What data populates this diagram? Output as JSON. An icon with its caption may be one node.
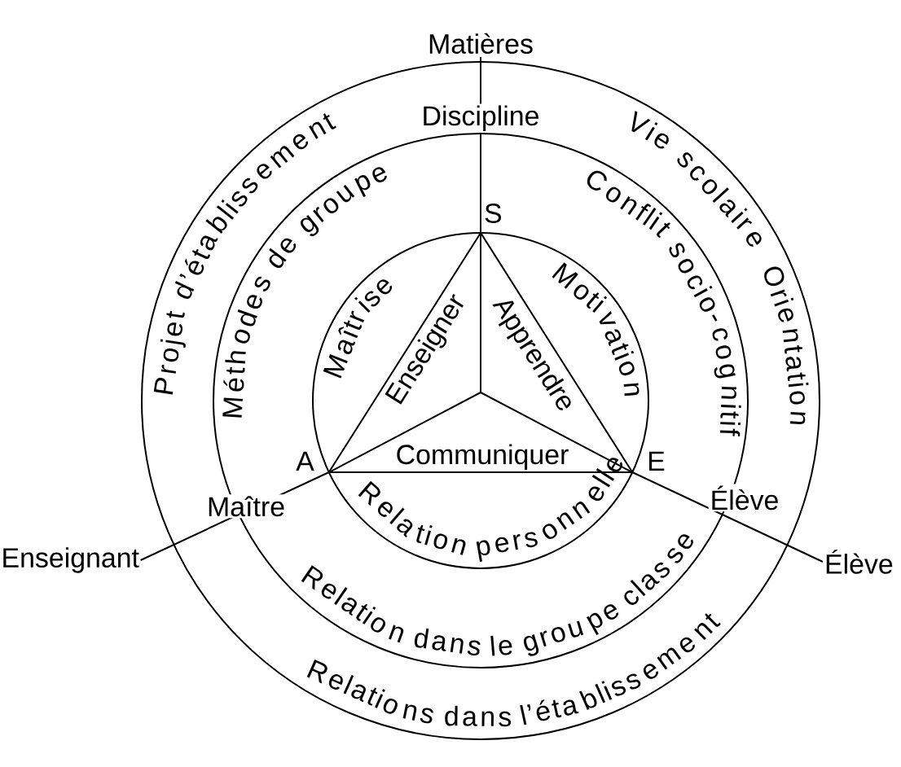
{
  "diagram": {
    "nodes": [
      {
        "text": [
          "Matières"
        ]
      },
      {
        "text": [
          "Projet d’établissement",
          "Vie scolaire",
          "Orientation",
          "Relations dans l’établissement"
        ]
      },
      {
        "text": [
          "Méthodes de groupe",
          "Conflit socio-cognitif",
          "Relation dans le groupe classe"
        ],
        "in": 1
      },
      {
        "text": [
          "Maîtrise",
          "Motivation",
          "Relation personnelle"
        ],
        "in": 2
      },
      {
        "text": [
          "Enseigner",
          "Apprendre",
          "Communiquer"
        ],
        "in": 3
      },
      {
        "text": [
          "S"
        ],
        "in": 2
      },
      {
        "text": [
          "A"
        ],
        "in": 2
      },
      {
        "text": [
          "E"
        ],
        "in": 2
      },
      {
        "text": [
          "Enseignant"
        ]
      },
      {
        "text": [
          "Élève"
        ]
      }
    ],
    "edges": [
      {
        "from": 5,
        "to": 0,
        "arrow": "none",
        "label": "Discipline"
      },
      {
        "from": 6,
        "to": 8,
        "arrow": "none",
        "label": "Maître"
      },
      {
        "from": 7,
        "to": 9,
        "arrow": "none",
        "label": "Élève"
      }
    ]
  }
}
